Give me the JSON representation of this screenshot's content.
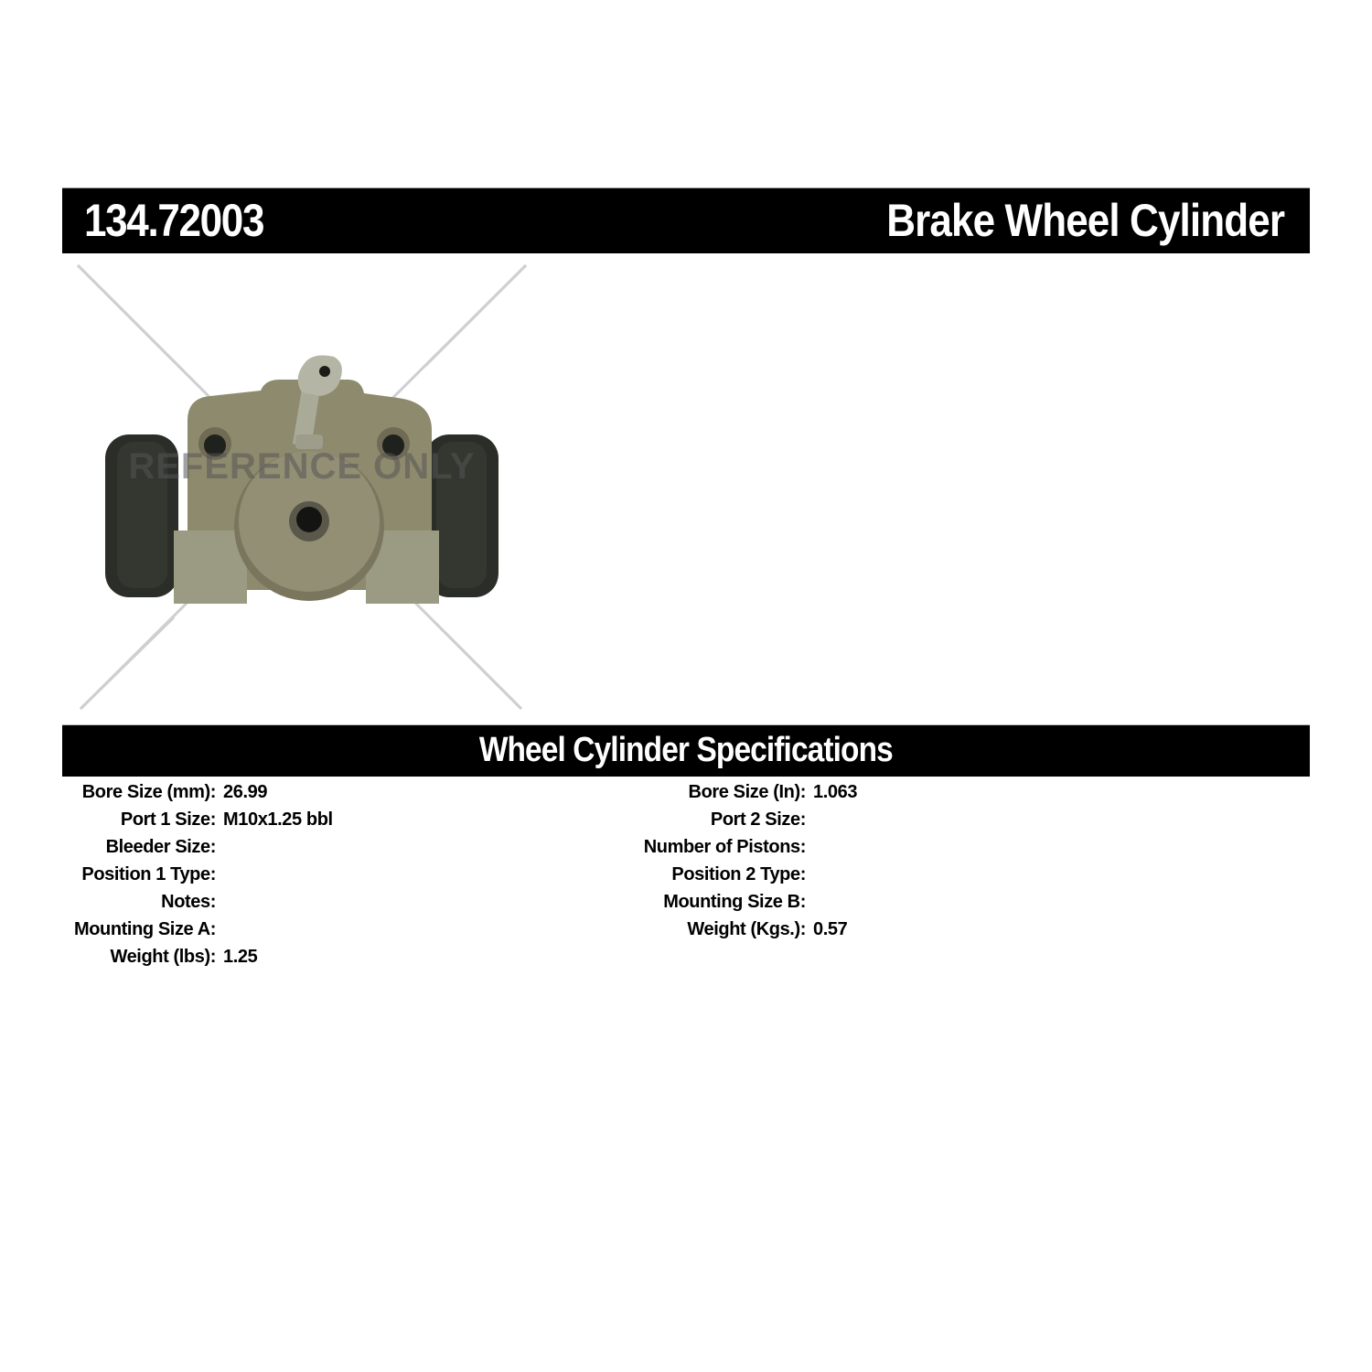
{
  "header": {
    "part_number": "134.72003",
    "part_name": "Brake Wheel Cylinder"
  },
  "image": {
    "alt": "Brake wheel cylinder product photo",
    "watermark": "REFERENCE ONLY",
    "overlay": "x-cross",
    "colors": {
      "body": "#8d8a6f",
      "body_shadow": "#6e6b55",
      "boot": "#2a2d27",
      "fitting": "#a6a896",
      "cross": "#c8c8c8"
    }
  },
  "specs": {
    "title": "Wheel Cylinder Specifications",
    "left": [
      {
        "label": "Bore Size (mm):",
        "value": "26.99"
      },
      {
        "label": "Port 1 Size:",
        "value": "M10x1.25 bbl"
      },
      {
        "label": "Bleeder Size:",
        "value": ""
      },
      {
        "label": "Position 1 Type:",
        "value": ""
      },
      {
        "label": "Notes:",
        "value": ""
      },
      {
        "label": "Mounting Size A:",
        "value": ""
      },
      {
        "label": "Weight (lbs):",
        "value": "1.25"
      }
    ],
    "right": [
      {
        "label": "Bore Size (In):",
        "value": "1.063"
      },
      {
        "label": "Port 2 Size:",
        "value": ""
      },
      {
        "label": "Number of Pistons:",
        "value": ""
      },
      {
        "label": "Position 2 Type:",
        "value": ""
      },
      {
        "label": "Mounting Size B:",
        "value": ""
      },
      {
        "label": "Weight (Kgs.):",
        "value": "0.57"
      }
    ]
  }
}
